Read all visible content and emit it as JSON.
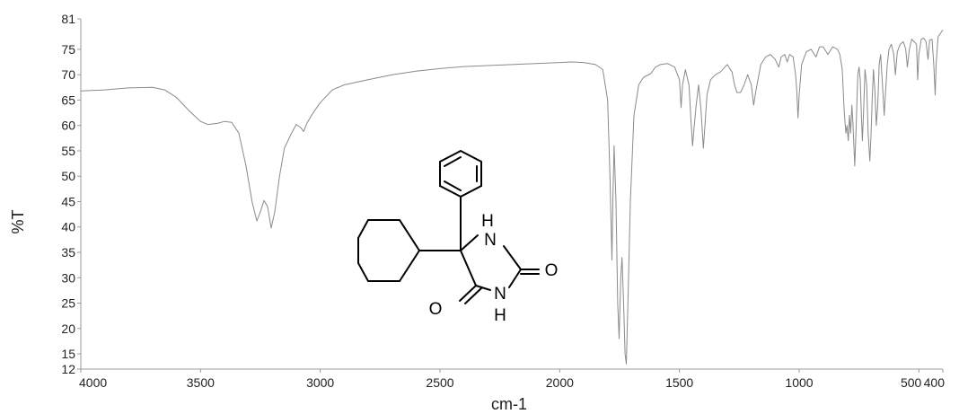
{
  "chart_data": {
    "type": "line",
    "title": "",
    "xlabel": "cm-1",
    "ylabel": "%T",
    "xlim": [
      4000,
      400
    ],
    "ylim": [
      12,
      81
    ],
    "x_ticks": [
      4000,
      3500,
      3000,
      2500,
      2000,
      1500,
      1000,
      500,
      400
    ],
    "x_tick_labels": [
      "4000",
      "3500",
      "3000",
      "2500",
      "2000",
      "1500",
      "1000",
      "500",
      "400"
    ],
    "y_ticks": [
      12,
      15,
      20,
      25,
      30,
      35,
      40,
      45,
      50,
      55,
      60,
      65,
      70,
      75,
      81
    ],
    "y_tick_labels": [
      "12",
      "15",
      "20",
      "25",
      "30",
      "35",
      "40",
      "45",
      "50",
      "55",
      "60",
      "65",
      "70",
      "75",
      "81"
    ],
    "grid": false,
    "line_color": "#8a8a8a",
    "series": [
      {
        "points": [
          [
            4000,
            66.8
          ],
          [
            3900,
            67.0
          ],
          [
            3800,
            67.4
          ],
          [
            3700,
            67.5
          ],
          [
            3650,
            67.0
          ],
          [
            3600,
            65.5
          ],
          [
            3550,
            63.0
          ],
          [
            3500,
            60.8
          ],
          [
            3470,
            60.2
          ],
          [
            3430,
            60.4
          ],
          [
            3400,
            60.8
          ],
          [
            3370,
            60.6
          ],
          [
            3340,
            58.5
          ],
          [
            3310,
            52.0
          ],
          [
            3285,
            45.0
          ],
          [
            3265,
            41.2
          ],
          [
            3250,
            43.0
          ],
          [
            3235,
            45.2
          ],
          [
            3220,
            44.0
          ],
          [
            3205,
            39.8
          ],
          [
            3190,
            43.0
          ],
          [
            3170,
            50.0
          ],
          [
            3150,
            55.5
          ],
          [
            3120,
            58.5
          ],
          [
            3100,
            60.2
          ],
          [
            3080,
            59.5
          ],
          [
            3070,
            58.8
          ],
          [
            3055,
            60.5
          ],
          [
            3030,
            62.5
          ],
          [
            3000,
            64.5
          ],
          [
            2950,
            67.0
          ],
          [
            2900,
            68.0
          ],
          [
            2800,
            69.0
          ],
          [
            2700,
            70.0
          ],
          [
            2600,
            70.7
          ],
          [
            2500,
            71.2
          ],
          [
            2400,
            71.6
          ],
          [
            2300,
            71.8
          ],
          [
            2200,
            72.0
          ],
          [
            2100,
            72.2
          ],
          [
            2000,
            72.4
          ],
          [
            1950,
            72.5
          ],
          [
            1900,
            72.4
          ],
          [
            1850,
            72.0
          ],
          [
            1820,
            71.0
          ],
          [
            1800,
            65.0
          ],
          [
            1790,
            50.0
          ],
          [
            1782,
            33.5
          ],
          [
            1778,
            45.0
          ],
          [
            1773,
            56.0
          ],
          [
            1765,
            45.0
          ],
          [
            1758,
            25.0
          ],
          [
            1752,
            18.0
          ],
          [
            1745,
            30.0
          ],
          [
            1740,
            34.0
          ],
          [
            1733,
            25.0
          ],
          [
            1727,
            15.0
          ],
          [
            1722,
            13.0
          ],
          [
            1715,
            25.0
          ],
          [
            1705,
            45.0
          ],
          [
            1690,
            62.0
          ],
          [
            1670,
            68.0
          ],
          [
            1650,
            69.5
          ],
          [
            1620,
            70.2
          ],
          [
            1600,
            71.5
          ],
          [
            1580,
            72.0
          ],
          [
            1550,
            72.2
          ],
          [
            1520,
            71.5
          ],
          [
            1500,
            69.0
          ],
          [
            1493,
            63.5
          ],
          [
            1487,
            68.0
          ],
          [
            1475,
            71.0
          ],
          [
            1460,
            68.0
          ],
          [
            1452,
            61.0
          ],
          [
            1445,
            56.0
          ],
          [
            1438,
            60.0
          ],
          [
            1430,
            64.0
          ],
          [
            1420,
            68.0
          ],
          [
            1410,
            63.0
          ],
          [
            1400,
            55.5
          ],
          [
            1395,
            59.0
          ],
          [
            1385,
            66.0
          ],
          [
            1370,
            69.0
          ],
          [
            1350,
            70.0
          ],
          [
            1330,
            70.5
          ],
          [
            1310,
            71.5
          ],
          [
            1300,
            72.0
          ],
          [
            1280,
            70.5
          ],
          [
            1270,
            68.0
          ],
          [
            1260,
            66.5
          ],
          [
            1245,
            66.5
          ],
          [
            1230,
            68.0
          ],
          [
            1215,
            70.0
          ],
          [
            1200,
            68.0
          ],
          [
            1190,
            64.0
          ],
          [
            1180,
            67.0
          ],
          [
            1160,
            72.0
          ],
          [
            1140,
            73.5
          ],
          [
            1120,
            74.0
          ],
          [
            1100,
            73.0
          ],
          [
            1085,
            71.5
          ],
          [
            1075,
            73.5
          ],
          [
            1060,
            74.0
          ],
          [
            1050,
            72.5
          ],
          [
            1040,
            74.0
          ],
          [
            1025,
            73.5
          ],
          [
            1015,
            70.0
          ],
          [
            1010,
            67.0
          ],
          [
            1005,
            61.5
          ],
          [
            1000,
            66.0
          ],
          [
            990,
            72.0
          ],
          [
            970,
            74.5
          ],
          [
            950,
            75.0
          ],
          [
            930,
            73.5
          ],
          [
            915,
            75.5
          ],
          [
            900,
            75.5
          ],
          [
            880,
            74.0
          ],
          [
            860,
            75.5
          ],
          [
            840,
            75.0
          ],
          [
            830,
            74.0
          ],
          [
            820,
            71.0
          ],
          [
            812,
            63.0
          ],
          [
            805,
            58.5
          ],
          [
            800,
            60.0
          ],
          [
            795,
            57.0
          ],
          [
            790,
            62.0
          ],
          [
            785,
            58.5
          ],
          [
            780,
            64.0
          ],
          [
            775,
            60.0
          ],
          [
            768,
            52.0
          ],
          [
            762,
            60.0
          ],
          [
            755,
            70.0
          ],
          [
            750,
            71.5
          ],
          [
            745,
            69.0
          ],
          [
            740,
            62.0
          ],
          [
            736,
            57.0
          ],
          [
            730,
            64.0
          ],
          [
            725,
            71.0
          ],
          [
            718,
            68.0
          ],
          [
            712,
            58.5
          ],
          [
            705,
            53.0
          ],
          [
            700,
            58.0
          ],
          [
            695,
            65.0
          ],
          [
            690,
            71.0
          ],
          [
            684,
            67.0
          ],
          [
            678,
            60.0
          ],
          [
            672,
            64.0
          ],
          [
            666,
            72.0
          ],
          [
            660,
            74.0
          ],
          [
            652,
            68.0
          ],
          [
            645,
            62.0
          ],
          [
            640,
            66.0
          ],
          [
            632,
            72.0
          ],
          [
            625,
            75.0
          ],
          [
            615,
            76.0
          ],
          [
            605,
            74.0
          ],
          [
            598,
            70.0
          ],
          [
            590,
            74.5
          ],
          [
            578,
            76.0
          ],
          [
            565,
            76.5
          ],
          [
            555,
            75.0
          ],
          [
            548,
            71.5
          ],
          [
            540,
            75.0
          ],
          [
            530,
            77.0
          ],
          [
            520,
            76.5
          ],
          [
            510,
            76.0
          ],
          [
            505,
            69.0
          ],
          [
            500,
            74.0
          ],
          [
            490,
            77.0
          ],
          [
            480,
            77.2
          ],
          [
            470,
            76.5
          ],
          [
            462,
            73.0
          ],
          [
            455,
            76.8
          ],
          [
            445,
            77.0
          ],
          [
            438,
            72.0
          ],
          [
            432,
            66.0
          ],
          [
            428,
            72.0
          ],
          [
            420,
            77.5
          ],
          [
            412,
            78.0
          ],
          [
            405,
            78.5
          ],
          [
            400,
            78.8
          ]
        ]
      }
    ],
    "inset_structure": {
      "type": "chemical-structure",
      "atom_labels": [
        "H",
        "N",
        "O",
        "N",
        "H",
        "O"
      ]
    }
  }
}
